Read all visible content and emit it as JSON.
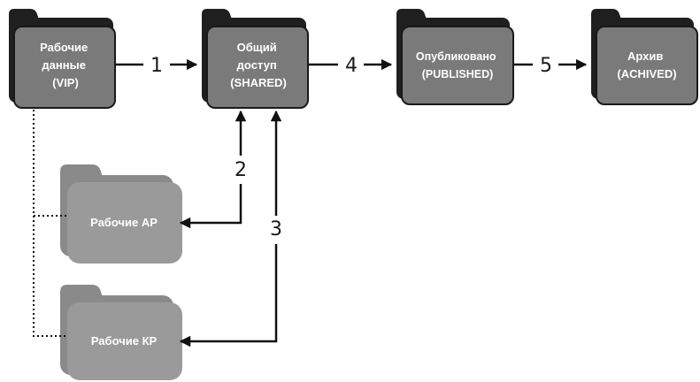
{
  "folders": {
    "vip": {
      "lines": [
        "Рабочие",
        "данные",
        "(VIP)"
      ]
    },
    "shared": {
      "lines": [
        "Общий",
        "доступ",
        "(SHARED)"
      ]
    },
    "published": {
      "lines": [
        "Опубликовано",
        "(PUBLISHED)"
      ]
    },
    "archive": {
      "lines": [
        "Архив",
        "(ACHIVED)"
      ]
    },
    "ap": {
      "lines": [
        "Рабочие АР"
      ]
    },
    "kr": {
      "lines": [
        "Рабочие КР"
      ]
    }
  },
  "steps": {
    "s1": "1",
    "s2": "2",
    "s3": "3",
    "s4": "4",
    "s5": "5"
  },
  "colors": {
    "folder_dark": "#1f1f1f",
    "folder_front": "#7a7a7a",
    "folder_light_back": "#8a8a8a",
    "folder_light_front": "#9a9a9a",
    "line": "#111111"
  }
}
